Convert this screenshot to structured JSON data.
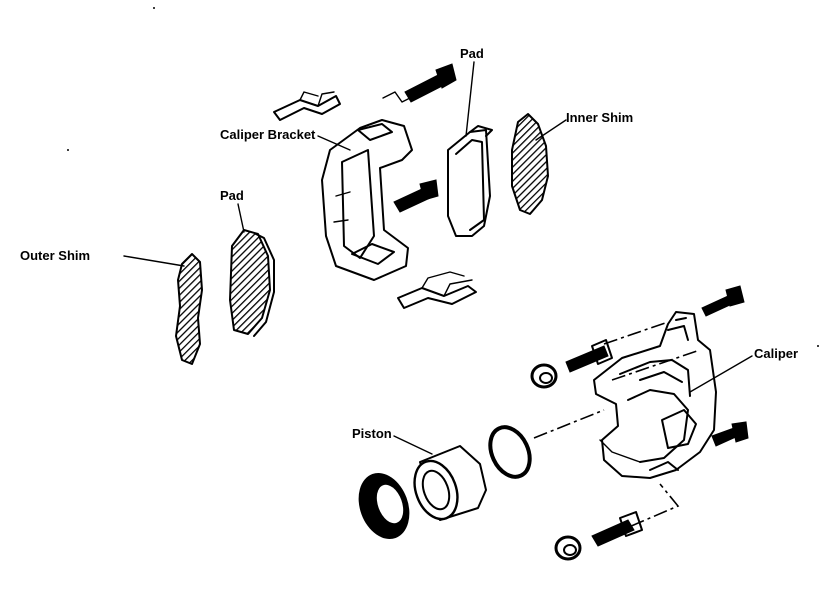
{
  "labels": {
    "pad_top": "Pad",
    "inner_shim": "Inner Shim",
    "caliper_bracket": "Caliper Bracket",
    "pad_left": "Pad",
    "outer_shim": "Outer Shim",
    "caliper": "Caliper",
    "piston": "Piston"
  }
}
